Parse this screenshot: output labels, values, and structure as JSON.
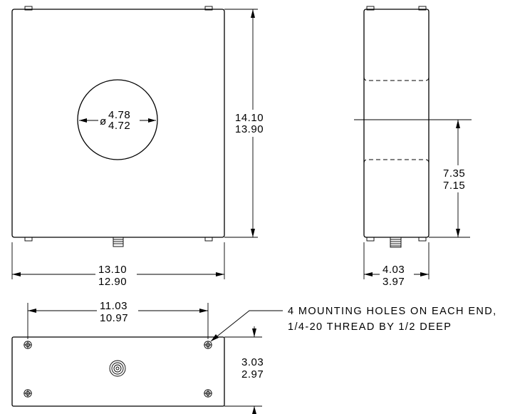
{
  "front_view": {
    "hole_diameter_symbol": "ø",
    "hole_diameter_max": "4.78",
    "hole_diameter_min": "4.72",
    "height_max": "14.10",
    "height_min": "13.90",
    "width_max": "13.10",
    "width_min": "12.90"
  },
  "side_view": {
    "partial_height_max": "7.35",
    "partial_height_min": "7.15",
    "depth_max": "4.03",
    "depth_min": "3.97"
  },
  "bottom_view": {
    "hole_spacing_max": "11.03",
    "hole_spacing_min": "10.97",
    "height_max": "3.03",
    "height_min": "2.97",
    "note_line1": "4 MOUNTING HOLES ON EACH END,",
    "note_line2": "1/4-20 THREAD BY 1/2 DEEP"
  }
}
